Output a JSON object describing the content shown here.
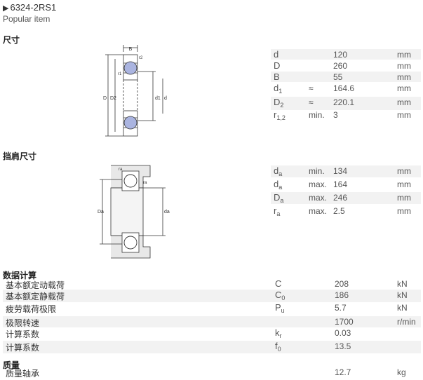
{
  "header": {
    "product": "6324-2RS1",
    "subtitle": "Popular item"
  },
  "sections": {
    "dimensions": "尺寸",
    "abutment": "挡肩尺寸",
    "calc": "数据计算",
    "mass": "质量"
  },
  "dimensions": [
    {
      "sym": "d",
      "sub": "",
      "qual": "",
      "val": "120",
      "unit": "mm"
    },
    {
      "sym": "D",
      "sub": "",
      "qual": "",
      "val": "260",
      "unit": "mm"
    },
    {
      "sym": "B",
      "sub": "",
      "qual": "",
      "val": "55",
      "unit": "mm"
    },
    {
      "sym": "d",
      "sub": "1",
      "qual": "≈",
      "val": "164.6",
      "unit": "mm"
    },
    {
      "sym": "D",
      "sub": "2",
      "qual": "≈",
      "val": "220.1",
      "unit": "mm"
    },
    {
      "sym": "r",
      "sub": "1,2",
      "qual": "min.",
      "val": "3",
      "unit": "mm"
    }
  ],
  "abutment": [
    {
      "sym": "d",
      "sub": "a",
      "qual": "min.",
      "val": "134",
      "unit": "mm"
    },
    {
      "sym": "d",
      "sub": "a",
      "qual": "max.",
      "val": "164",
      "unit": "mm"
    },
    {
      "sym": "D",
      "sub": "a",
      "qual": "max.",
      "val": "246",
      "unit": "mm"
    },
    {
      "sym": "r",
      "sub": "a",
      "qual": "max.",
      "val": "2.5",
      "unit": "mm"
    }
  ],
  "calc": [
    {
      "label": "基本额定动载荷",
      "sym": "C",
      "sub": "",
      "val": "208",
      "unit": "kN"
    },
    {
      "label": "基本额定静载荷",
      "sym": "C",
      "sub": "0",
      "val": "186",
      "unit": "kN"
    },
    {
      "label": "疲劳载荷极限",
      "sym": "P",
      "sub": "u",
      "val": "5.7",
      "unit": "kN"
    },
    {
      "label": "极限转速",
      "sym": "",
      "sub": "",
      "val": "1700",
      "unit": "r/min"
    },
    {
      "label": "计算系数",
      "sym": "k",
      "sub": "r",
      "val": "0.03",
      "unit": ""
    },
    {
      "label": "计算系数",
      "sym": "f",
      "sub": "0",
      "val": "13.5",
      "unit": ""
    }
  ],
  "mass": [
    {
      "label": "质量轴承",
      "val": "12.7",
      "unit": "kg"
    }
  ],
  "drawing1_labels": {
    "b": "B",
    "r2": "r2",
    "r1": "r1",
    "d": "D",
    "d2": "D2",
    "d1": "d1",
    "dd": "d"
  },
  "drawing2_labels": {
    "ra": "ra",
    "da": "Da",
    "dda": "da"
  },
  "colors": {
    "ball_blue": "#aab4e0",
    "line": "#333333",
    "row_bg": "#f2f2f2"
  }
}
